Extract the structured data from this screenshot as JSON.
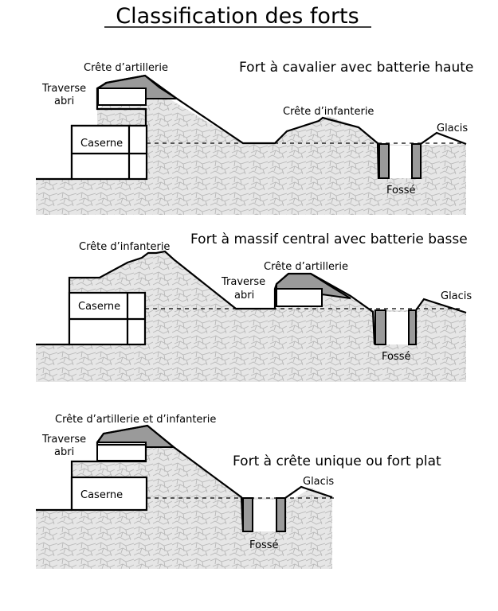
{
  "title": "Classification des forts",
  "colors": {
    "ground_fill": "#e6e6e6",
    "ground_texture": "#b9b9b9",
    "traverse_fill": "#9a9a9a",
    "ditch_wall": "#9a9a9a",
    "line": "#000000",
    "background": "#ffffff"
  },
  "section1": {
    "subtitle": "Fort à cavalier avec batterie haute",
    "labels": {
      "crete_artillerie": "Crête d’artillerie",
      "traverse_line1": "Traverse",
      "traverse_line2": "abri",
      "caserne": "Caserne",
      "crete_infanterie": "Crête d’infanterie",
      "glacis": "Glacis",
      "fosse": "Fossé"
    }
  },
  "section2": {
    "subtitle": "Fort à massif central avec batterie basse",
    "labels": {
      "crete_infanterie": "Crête d’infanterie",
      "crete_artillerie": "Crête d’artillerie",
      "traverse_line1": "Traverse",
      "traverse_line2": "abri",
      "caserne": "Caserne",
      "glacis": "Glacis",
      "fosse": "Fossé"
    }
  },
  "section3": {
    "subtitle": "Fort à crête unique ou fort plat",
    "labels": {
      "crete_mixte": "Crête d’artillerie et d’infanterie",
      "traverse_line1": "Traverse",
      "traverse_line2": "abri",
      "caserne": "Caserne",
      "glacis": "Glacis",
      "fosse": "Fossé"
    }
  }
}
